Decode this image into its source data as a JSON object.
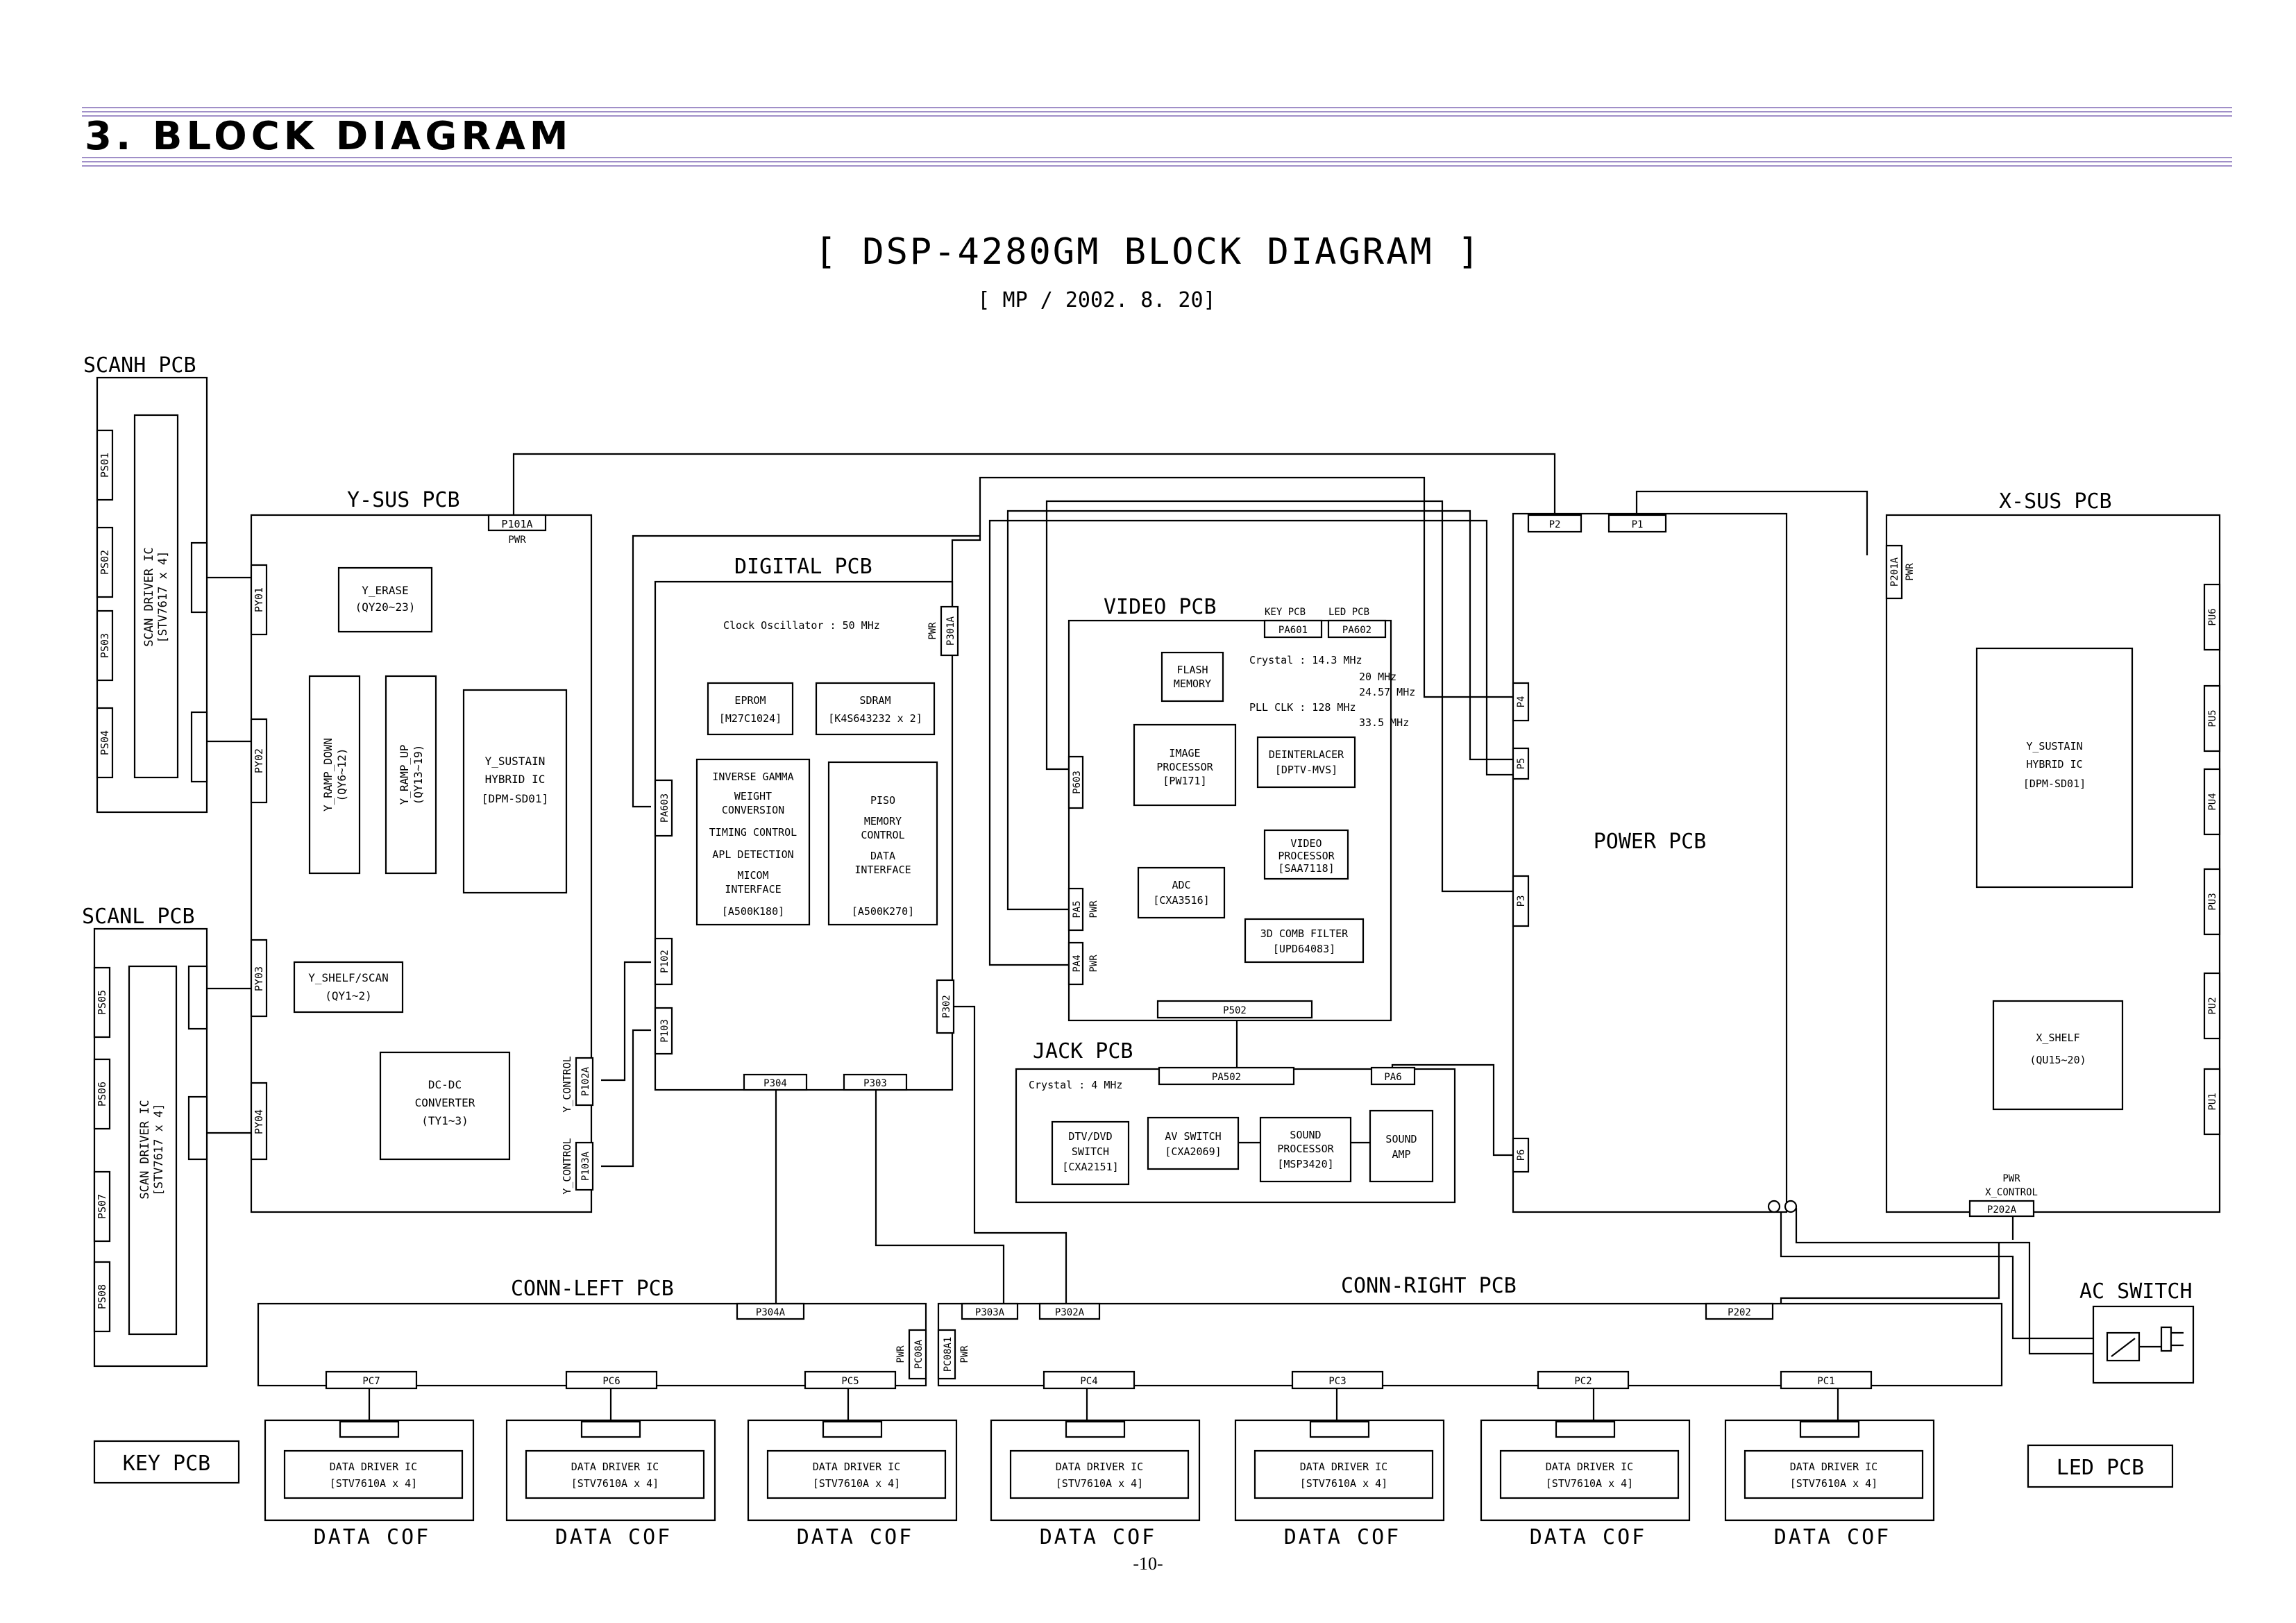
{
  "section_title": "3. BLOCK DIAGRAM",
  "title": "[ DSP-4280GM BLOCK DIAGRAM ]",
  "subtitle": "[ MP   /   2002. 8. 20]",
  "page_number": "-10-",
  "pcbs": {
    "scanh": "SCANH PCB",
    "scanl": "SCANL PCB",
    "ysus": "Y-SUS PCB",
    "digital": "DIGITAL PCB",
    "video": "VIDEO PCB",
    "key_pcb_small": "KEY PCB",
    "led_pcb_small": "LED PCB",
    "jack": "JACK PCB",
    "power": "POWER PCB",
    "xsus": "X-SUS PCB",
    "conn_left": "CONN-LEFT PCB",
    "conn_right": "CONN-RIGHT PCB",
    "ac_switch": "AC SWITCH",
    "key": "KEY PCB",
    "led": "LED PCB",
    "data_cof": "DATA COF"
  },
  "scan": {
    "ic_line1": "SCAN DRIVER IC",
    "ic_line2": "[STV7617 x 4]",
    "connectors_h": [
      "PS01",
      "PS02",
      "PS03",
      "PS04"
    ],
    "connectors_l": [
      "PS05",
      "PS06",
      "PS07",
      "PS08"
    ]
  },
  "ysus": {
    "p101a": "P101A",
    "pwr": "PWR",
    "y_erase": [
      "Y_ERASE",
      "(QY20~23)"
    ],
    "ramp_down": [
      "Y_RAMP_DOWN",
      "(QY6~12)"
    ],
    "ramp_up": [
      "Y_RAMP_UP",
      "(QY13~19)"
    ],
    "sustain": [
      "Y_SUSTAIN",
      "HYBRID IC",
      "[DPM-SD01]"
    ],
    "shelf": [
      "Y_SHELF/SCAN",
      "(QY1~2)"
    ],
    "dcdc": [
      "DC-DC",
      "CONVERTER",
      "(TY1~3)"
    ],
    "connectors": [
      "PY01",
      "PY02",
      "PY03",
      "PY04"
    ],
    "p102a": "P102A",
    "p103a": "P103A",
    "y_control": "Y_CONTROL"
  },
  "digital": {
    "clock": "Clock Oscillator : 50 MHz",
    "eprom": [
      "EPROM",
      "[M27C1024]"
    ],
    "sdram": [
      "SDRAM",
      "[K4S643232 x 2]"
    ],
    "asic1": [
      "INVERSE GAMMA",
      "WEIGHT",
      "CONVERSION",
      "TIMING CONTROL",
      "APL DETECTION",
      "MICOM",
      "INTERFACE",
      "[A500K180]"
    ],
    "asic2": [
      "PISO",
      "MEMORY",
      "CONTROL",
      "DATA",
      "INTERFACE",
      "[A500K270]"
    ],
    "p301a": "P301A",
    "pwr": "PWR",
    "pa603": "PA603",
    "p102": "P102",
    "p103": "P103",
    "p302": "P302",
    "p304": "P304",
    "p303": "P303"
  },
  "video": {
    "key_label": "KEY PCB",
    "led_label": "LED PCB",
    "pa601": "PA601",
    "pa602": "PA602",
    "crystal": [
      "Crystal :  14.3 MHz",
      "20  MHz",
      "24.57  MHz"
    ],
    "pll": [
      "PLL CLK :  128  MHz",
      "33.5  MHz"
    ],
    "flash": [
      "FLASH",
      "MEMORY"
    ],
    "image": [
      "IMAGE",
      "PROCESSOR",
      "[PW171]"
    ],
    "deint": [
      "DEINTERLACER",
      "[DPTV-MVS]"
    ],
    "vproc": [
      "VIDEO",
      "PROCESSOR",
      "[SAA7118]"
    ],
    "adc": [
      "ADC",
      "[CXA3516]"
    ],
    "comb": [
      "3D COMB FILTER",
      "[UPD64083]"
    ],
    "p603": "P603",
    "pa5": "PA5",
    "pa4": "PA4",
    "pwr": "PWR",
    "p502": "P502"
  },
  "jack": {
    "crystal": "Crystal  :  4 MHz",
    "pa502": "PA502",
    "pa6": "PA6",
    "dtv": [
      "DTV/DVD",
      "SWITCH",
      "[CXA2151]"
    ],
    "avsw": [
      "AV SWITCH",
      "[CXA2069]"
    ],
    "sound": [
      "SOUND",
      "PROCESSOR",
      "[MSP3420]"
    ],
    "amp": [
      "SOUND",
      "AMP"
    ]
  },
  "power": {
    "p2": "P2",
    "p1": "P1",
    "connectors": [
      "P4",
      "P5",
      "P3",
      "P6"
    ]
  },
  "xsus": {
    "p201a": "P201A",
    "pwr": "PWR",
    "sustain": [
      "Y_SUSTAIN",
      "HYBRID IC",
      "[DPM-SD01]"
    ],
    "shelf": [
      "X_SHELF",
      "(QU15~20)"
    ],
    "connectors": [
      "PU6",
      "PU5",
      "PU4",
      "PU3",
      "PU2",
      "PU1"
    ],
    "pwr_label": "PWR",
    "x_control": "X_CONTROL",
    "p202a": "P202A"
  },
  "conn_left": {
    "p304a": "P304A",
    "pc08a": "PC08A",
    "pwr": "PWR",
    "connectors": [
      "PC7",
      "PC6",
      "PC5"
    ]
  },
  "conn_right": {
    "p303a": "P303A",
    "p302a": "P302A",
    "p202": "P202",
    "pc08a1": "PC08A1",
    "pwr": "PWR",
    "connectors": [
      "PC4",
      "PC3",
      "PC2",
      "PC1"
    ]
  },
  "data_driver": [
    "DATA DRIVER IC",
    "[STV7610A x 4]"
  ]
}
